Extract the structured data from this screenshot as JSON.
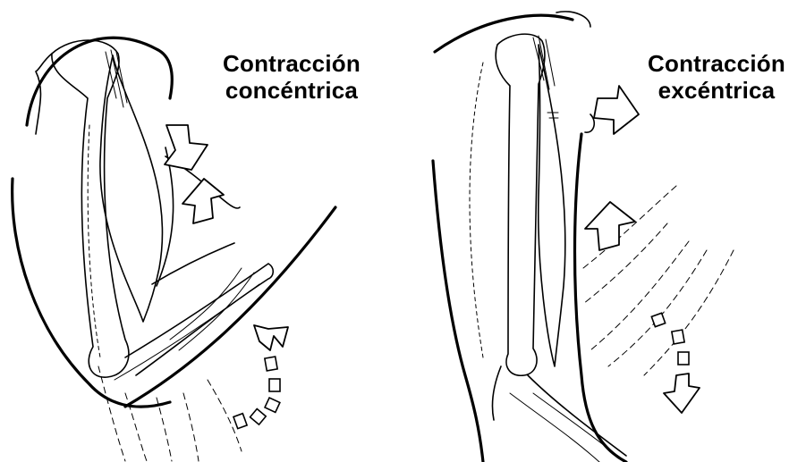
{
  "panels": [
    {
      "id": "concentric",
      "title_line1": "Contracción",
      "title_line2": "concéntrica"
    },
    {
      "id": "eccentric",
      "title_line1": "Contracción",
      "title_line2": "excéntrica"
    }
  ],
  "colors": {
    "ink": "#000000",
    "background": "#ffffff"
  },
  "icons": {
    "arrow_in": "white-block-arrow",
    "arrow_out": "white-block-arrow",
    "rotation": "dashed-curved-arrow"
  }
}
